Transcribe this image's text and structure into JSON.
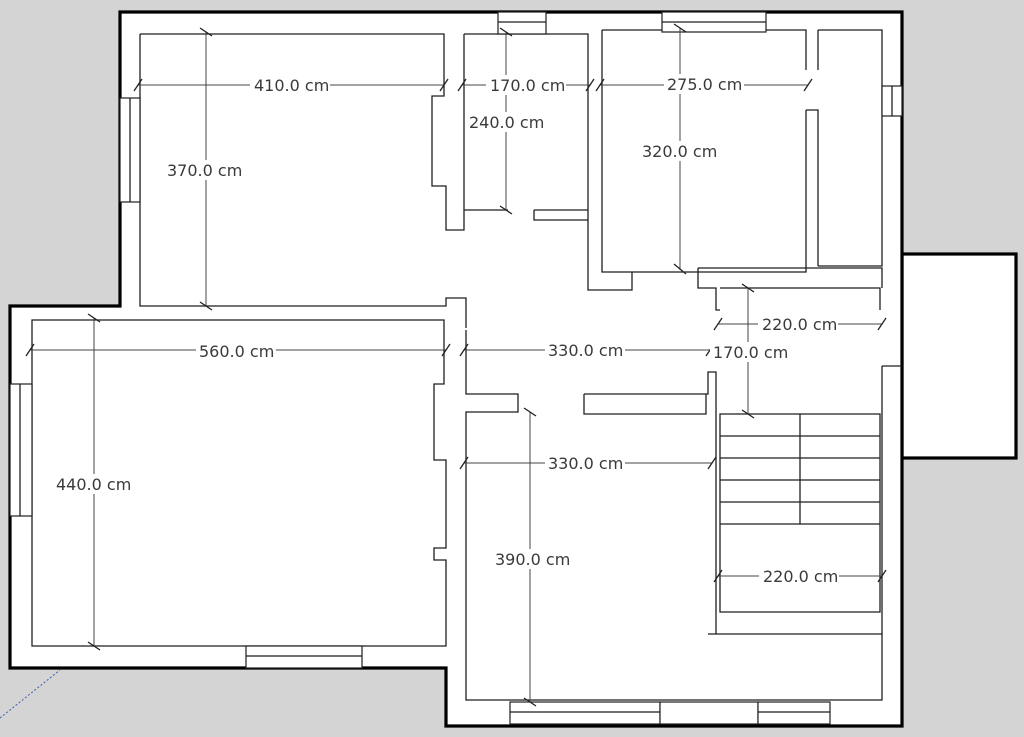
{
  "plan": {
    "dimension_labels": {
      "bedroom_top_left_width": "410.0 cm",
      "bedroom_top_left_depth": "370.0 cm",
      "bathroom_width": "170.0 cm",
      "bathroom_depth": "240.0 cm",
      "room_top_right_width": "275.0 cm",
      "room_top_right_depth": "320.0 cm",
      "landing_width": "220.0 cm",
      "living_width": "560.0 cm",
      "living_depth": "440.0 cm",
      "hall_width": "330.0 cm",
      "hall_depth": "170.0 cm",
      "kitchen_width": "330.0 cm",
      "kitchen_depth": "390.0 cm",
      "stair_width": "220.0 cm"
    }
  },
  "colors": {
    "background": "#d4d4d4",
    "wall_stroke": "#000000",
    "floor": "#ffffff",
    "dimension_text": "#3a3a3a"
  }
}
